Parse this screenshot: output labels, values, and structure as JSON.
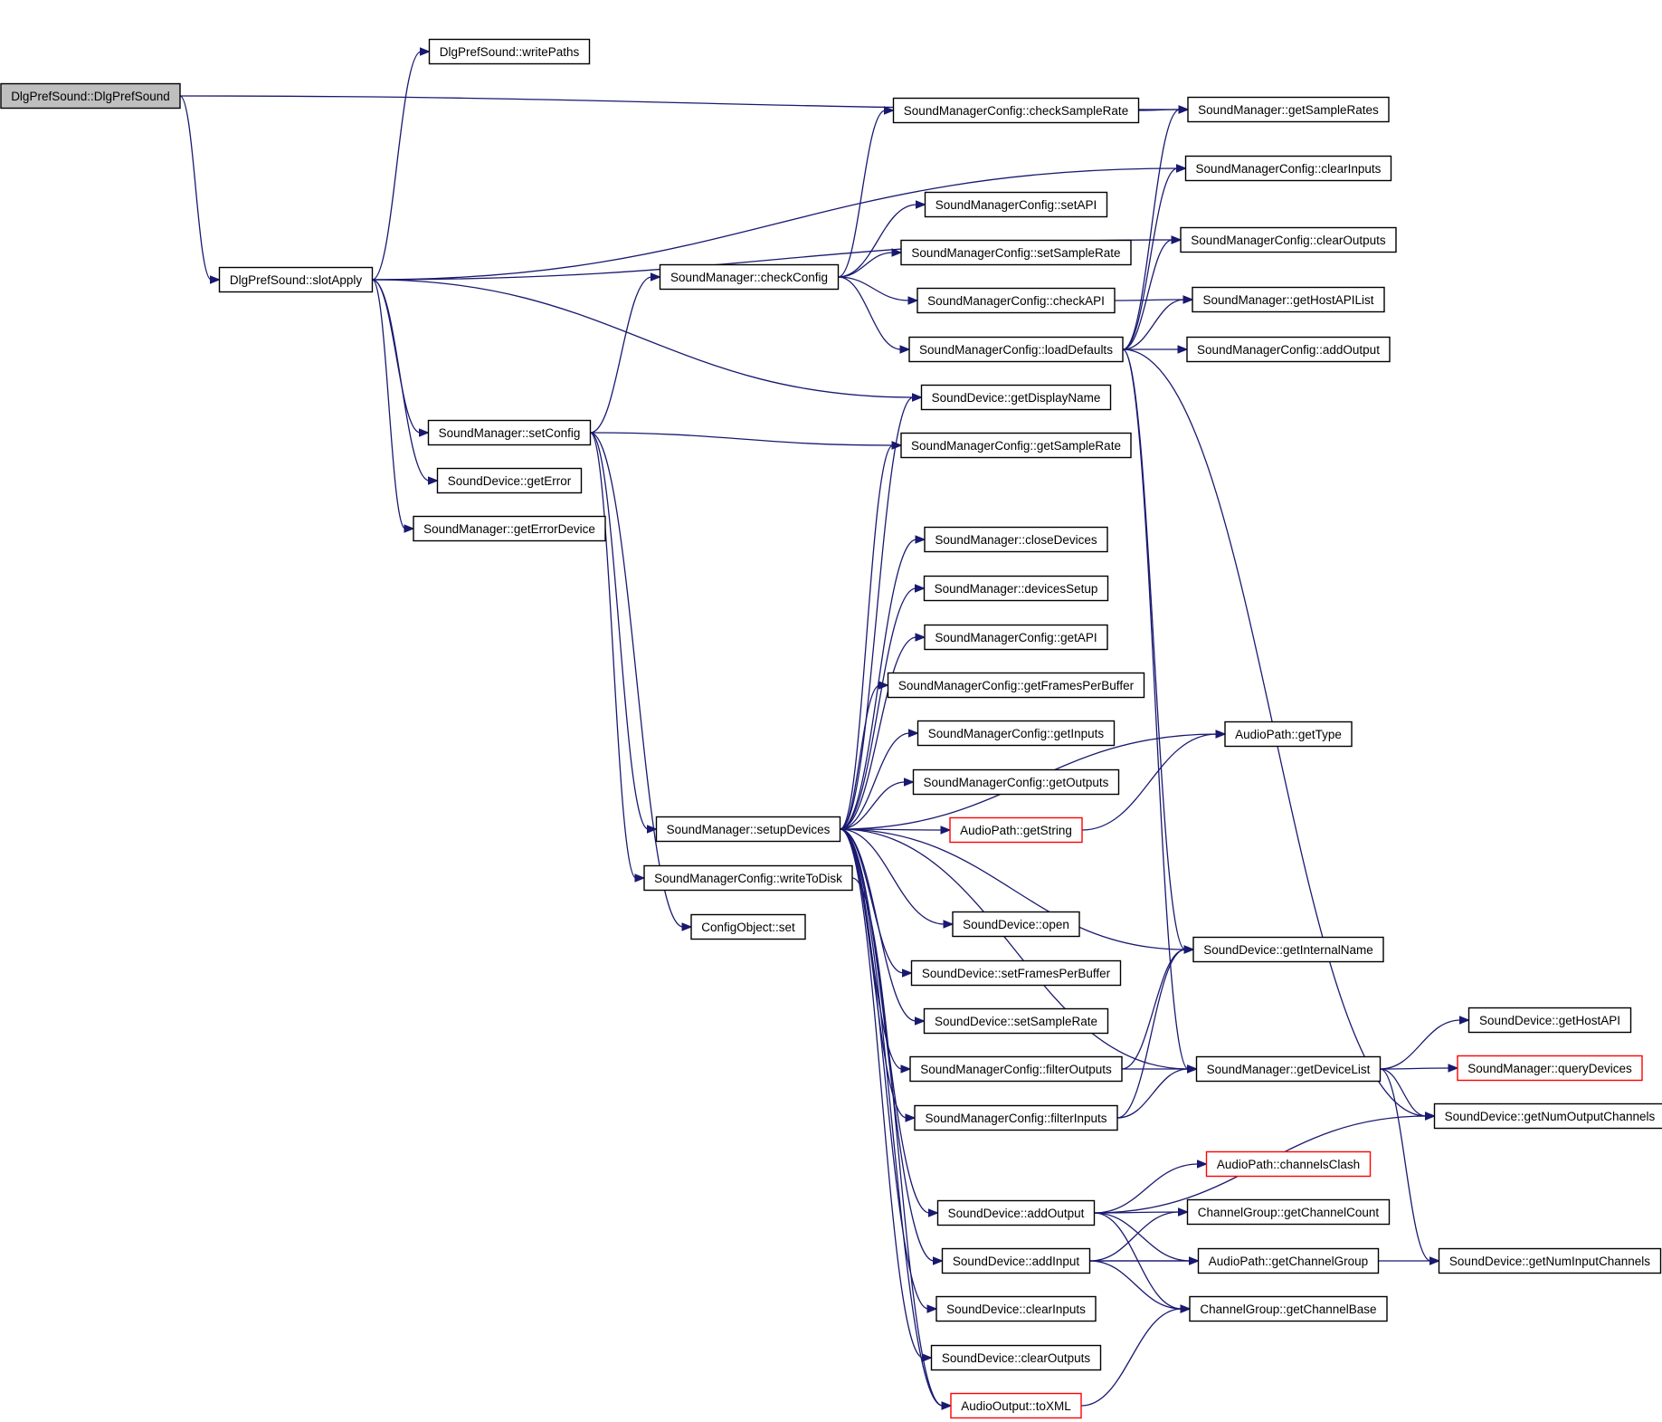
{
  "colors": {
    "edge": "#191970",
    "root_fill": "#bfbfbf",
    "red_border": "#ff0000"
  },
  "nodes": [
    {
      "id": "dlgPrefSoundCtor",
      "label": "DlgPrefSound::DlgPrefSound",
      "style": "root"
    },
    {
      "id": "writePaths",
      "label": "DlgPrefSound::writePaths"
    },
    {
      "id": "slotApply",
      "label": "DlgPrefSound::slotApply"
    },
    {
      "id": "smSetConfig",
      "label": "SoundManager::setConfig"
    },
    {
      "id": "sdGetError",
      "label": "SoundDevice::getError"
    },
    {
      "id": "smGetErrorDevice",
      "label": "SoundManager::getErrorDevice"
    },
    {
      "id": "smCheckConfig",
      "label": "SoundManager::checkConfig"
    },
    {
      "id": "smSetupDevices",
      "label": "SoundManager::setupDevices"
    },
    {
      "id": "smcWriteToDisk",
      "label": "SoundManagerConfig::writeToDisk"
    },
    {
      "id": "coSet",
      "label": "ConfigObject::set"
    },
    {
      "id": "smcCheckSampleRate",
      "label": "SoundManagerConfig::checkSampleRate"
    },
    {
      "id": "smcSetAPI",
      "label": "SoundManagerConfig::setAPI"
    },
    {
      "id": "smcSetSampleRate",
      "label": "SoundManagerConfig::setSampleRate"
    },
    {
      "id": "smcCheckAPI",
      "label": "SoundManagerConfig::checkAPI"
    },
    {
      "id": "smcLoadDefaults",
      "label": "SoundManagerConfig::loadDefaults"
    },
    {
      "id": "sdGetDisplayName",
      "label": "SoundDevice::getDisplayName"
    },
    {
      "id": "smcGetSampleRate",
      "label": "SoundManagerConfig::getSampleRate"
    },
    {
      "id": "smCloseDevices",
      "label": "SoundManager::closeDevices"
    },
    {
      "id": "smDevicesSetup",
      "label": "SoundManager::devicesSetup"
    },
    {
      "id": "smcGetAPI",
      "label": "SoundManagerConfig::getAPI"
    },
    {
      "id": "smcGetFramesPerBuffer",
      "label": "SoundManagerConfig::getFramesPerBuffer"
    },
    {
      "id": "smcGetInputs",
      "label": "SoundManagerConfig::getInputs"
    },
    {
      "id": "smcGetOutputs",
      "label": "SoundManagerConfig::getOutputs"
    },
    {
      "id": "apGetString",
      "label": "AudioPath::getString",
      "style": "red"
    },
    {
      "id": "sdOpen",
      "label": "SoundDevice::open"
    },
    {
      "id": "sdSetFramesPerBuffer",
      "label": "SoundDevice::setFramesPerBuffer"
    },
    {
      "id": "sdSetSampleRate",
      "label": "SoundDevice::setSampleRate"
    },
    {
      "id": "smcFilterOutputs",
      "label": "SoundManagerConfig::filterOutputs"
    },
    {
      "id": "smcFilterInputs",
      "label": "SoundManagerConfig::filterInputs"
    },
    {
      "id": "sdAddOutput",
      "label": "SoundDevice::addOutput"
    },
    {
      "id": "sdAddInput",
      "label": "SoundDevice::addInput"
    },
    {
      "id": "sdClearInputs",
      "label": "SoundDevice::clearInputs"
    },
    {
      "id": "sdClearOutputs",
      "label": "SoundDevice::clearOutputs"
    },
    {
      "id": "aoToXML",
      "label": "AudioOutput::toXML",
      "style": "red"
    },
    {
      "id": "smGetSampleRates",
      "label": "SoundManager::getSampleRates"
    },
    {
      "id": "smcClearInputs",
      "label": "SoundManagerConfig::clearInputs"
    },
    {
      "id": "smcClearOutputs",
      "label": "SoundManagerConfig::clearOutputs"
    },
    {
      "id": "smGetHostAPIList",
      "label": "SoundManager::getHostAPIList"
    },
    {
      "id": "smcAddOutput",
      "label": "SoundManagerConfig::addOutput"
    },
    {
      "id": "apGetType",
      "label": "AudioPath::getType"
    },
    {
      "id": "sdGetInternalName",
      "label": "SoundDevice::getInternalName"
    },
    {
      "id": "smGetDeviceList",
      "label": "SoundManager::getDeviceList"
    },
    {
      "id": "apChannelsClash",
      "label": "AudioPath::channelsClash",
      "style": "red"
    },
    {
      "id": "cgGetChannelCount",
      "label": "ChannelGroup::getChannelCount"
    },
    {
      "id": "apGetChannelGroup",
      "label": "AudioPath::getChannelGroup"
    },
    {
      "id": "cgGetChannelBase",
      "label": "ChannelGroup::getChannelBase"
    },
    {
      "id": "sdGetHostAPI",
      "label": "SoundDevice::getHostAPI"
    },
    {
      "id": "smQueryDevices",
      "label": "SoundManager::queryDevices",
      "style": "red"
    },
    {
      "id": "sdGetNumOutputChannels",
      "label": "SoundDevice::getNumOutputChannels"
    },
    {
      "id": "sdGetNumInputChannels",
      "label": "SoundDevice::getNumInputChannels"
    }
  ],
  "edges": [
    [
      "dlgPrefSoundCtor",
      "slotApply"
    ],
    [
      "dlgPrefSoundCtor",
      "smGetSampleRates"
    ],
    [
      "slotApply",
      "writePaths"
    ],
    [
      "slotApply",
      "smcClearInputs"
    ],
    [
      "slotApply",
      "smcClearOutputs"
    ],
    [
      "slotApply",
      "sdGetDisplayName"
    ],
    [
      "slotApply",
      "smSetConfig"
    ],
    [
      "slotApply",
      "sdGetError"
    ],
    [
      "slotApply",
      "smGetErrorDevice"
    ],
    [
      "smSetConfig",
      "smCheckConfig"
    ],
    [
      "smSetConfig",
      "smcGetSampleRate"
    ],
    [
      "smSetConfig",
      "smSetupDevices"
    ],
    [
      "smSetConfig",
      "smcWriteToDisk"
    ],
    [
      "smSetConfig",
      "coSet"
    ],
    [
      "smCheckConfig",
      "smcCheckSampleRate"
    ],
    [
      "smCheckConfig",
      "smcSetAPI"
    ],
    [
      "smCheckConfig",
      "smcSetSampleRate"
    ],
    [
      "smCheckConfig",
      "smcCheckAPI"
    ],
    [
      "smCheckConfig",
      "smcLoadDefaults"
    ],
    [
      "smcCheckSampleRate",
      "smGetSampleRates"
    ],
    [
      "smcCheckAPI",
      "smGetHostAPIList"
    ],
    [
      "smcLoadDefaults",
      "smGetSampleRates"
    ],
    [
      "smcLoadDefaults",
      "smcClearInputs"
    ],
    [
      "smcLoadDefaults",
      "smcClearOutputs"
    ],
    [
      "smcLoadDefaults",
      "smGetHostAPIList"
    ],
    [
      "smcLoadDefaults",
      "smcAddOutput"
    ],
    [
      "smcLoadDefaults",
      "sdGetInternalName"
    ],
    [
      "smcLoadDefaults",
      "smGetDeviceList"
    ],
    [
      "smcLoadDefaults",
      "sdGetNumOutputChannels"
    ],
    [
      "smSetupDevices",
      "sdGetDisplayName"
    ],
    [
      "smSetupDevices",
      "smcGetSampleRate"
    ],
    [
      "smSetupDevices",
      "apGetType"
    ],
    [
      "smSetupDevices",
      "smCloseDevices"
    ],
    [
      "smSetupDevices",
      "smDevicesSetup"
    ],
    [
      "smSetupDevices",
      "smcGetAPI"
    ],
    [
      "smSetupDevices",
      "smcGetFramesPerBuffer"
    ],
    [
      "smSetupDevices",
      "smcGetInputs"
    ],
    [
      "smSetupDevices",
      "smcGetOutputs"
    ],
    [
      "smSetupDevices",
      "apGetString"
    ],
    [
      "smSetupDevices",
      "sdGetInternalName"
    ],
    [
      "smSetupDevices",
      "sdOpen"
    ],
    [
      "smSetupDevices",
      "sdSetFramesPerBuffer"
    ],
    [
      "smSetupDevices",
      "sdSetSampleRate"
    ],
    [
      "smSetupDevices",
      "smcFilterOutputs"
    ],
    [
      "smSetupDevices",
      "smcFilterInputs"
    ],
    [
      "smSetupDevices",
      "smGetDeviceList"
    ],
    [
      "smSetupDevices",
      "sdAddOutput"
    ],
    [
      "smSetupDevices",
      "sdAddInput"
    ],
    [
      "smSetupDevices",
      "sdClearInputs"
    ],
    [
      "smSetupDevices",
      "sdClearOutputs"
    ],
    [
      "smSetupDevices",
      "aoToXML"
    ],
    [
      "smcWriteToDisk",
      "aoToXML"
    ],
    [
      "apGetString",
      "apGetType"
    ],
    [
      "smcFilterOutputs",
      "sdGetInternalName"
    ],
    [
      "smcFilterOutputs",
      "smGetDeviceList"
    ],
    [
      "smcFilterInputs",
      "sdGetInternalName"
    ],
    [
      "smcFilterInputs",
      "smGetDeviceList"
    ],
    [
      "smGetDeviceList",
      "sdGetHostAPI"
    ],
    [
      "smGetDeviceList",
      "smQueryDevices"
    ],
    [
      "smGetDeviceList",
      "sdGetNumOutputChannels"
    ],
    [
      "smGetDeviceList",
      "sdGetNumInputChannels"
    ],
    [
      "sdAddOutput",
      "sdGetNumOutputChannels"
    ],
    [
      "sdAddOutput",
      "apChannelsClash"
    ],
    [
      "sdAddOutput",
      "cgGetChannelCount"
    ],
    [
      "sdAddOutput",
      "apGetChannelGroup"
    ],
    [
      "sdAddOutput",
      "cgGetChannelBase"
    ],
    [
      "sdAddInput",
      "cgGetChannelCount"
    ],
    [
      "sdAddInput",
      "apGetChannelGroup"
    ],
    [
      "sdAddInput",
      "cgGetChannelBase"
    ],
    [
      "sdAddInput",
      "sdGetNumInputChannels"
    ],
    [
      "aoToXML",
      "cgGetChannelBase"
    ]
  ]
}
